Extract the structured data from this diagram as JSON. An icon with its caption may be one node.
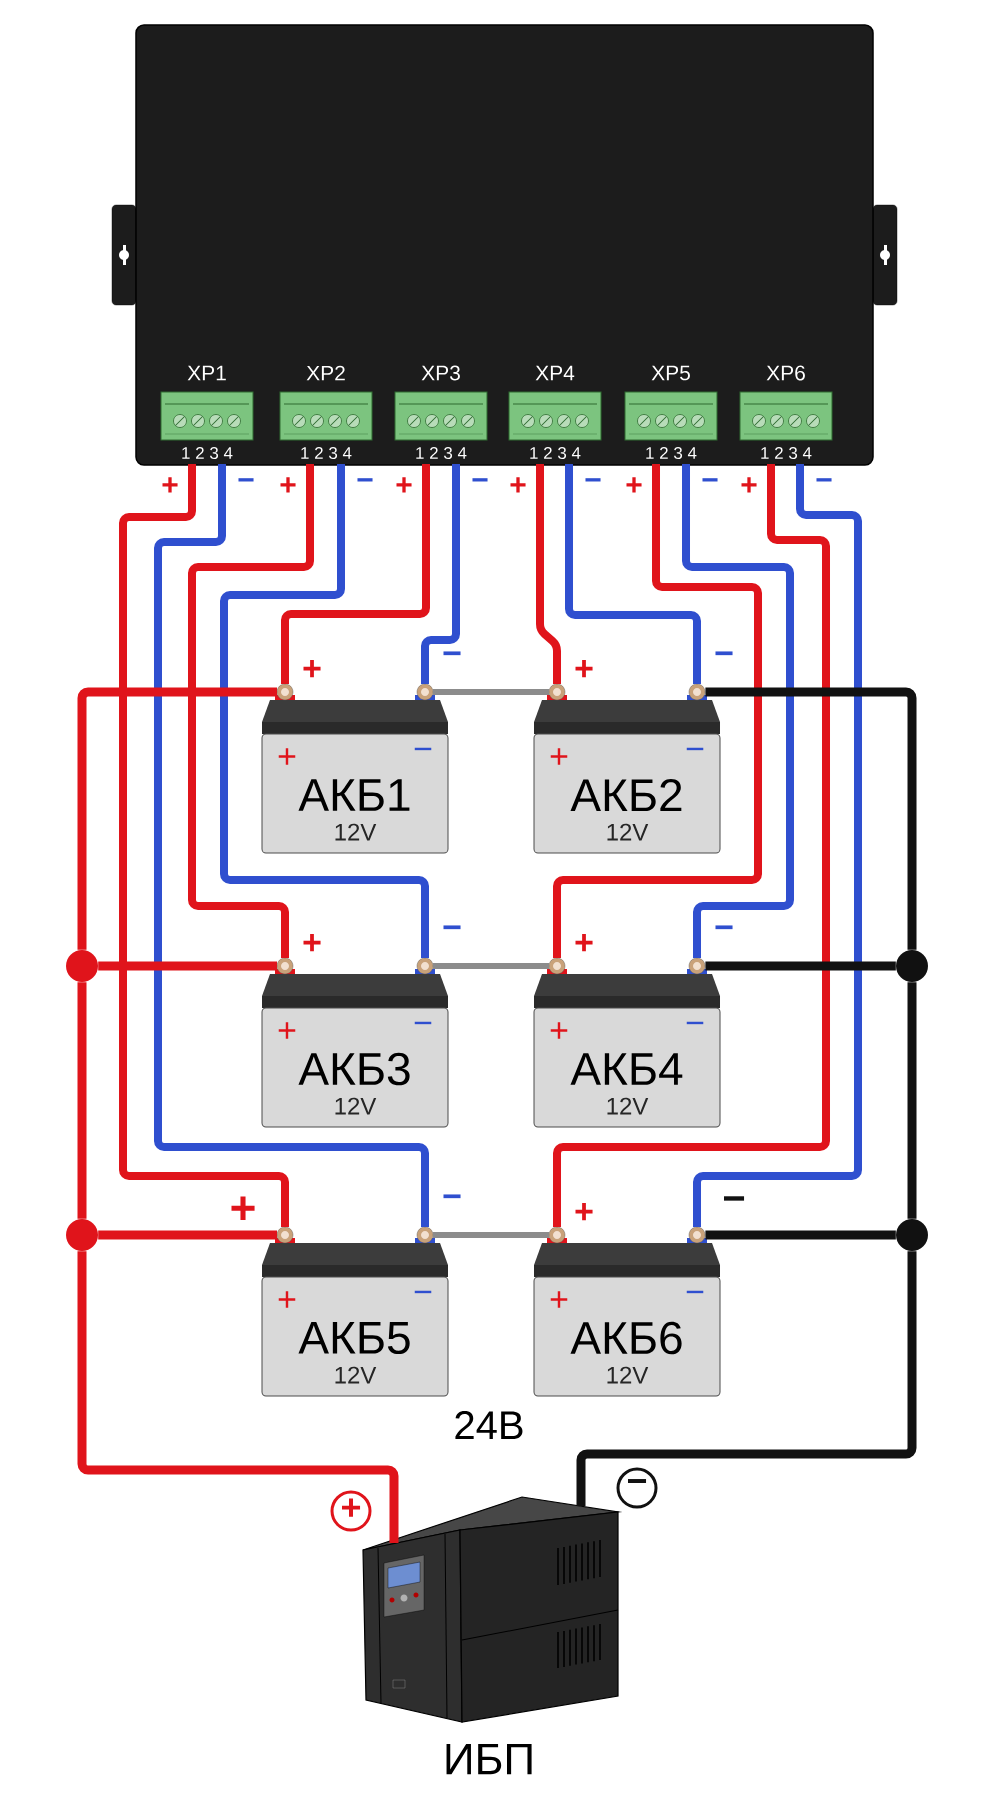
{
  "diagram": {
    "nodes": [
      {
        "text": [],
        "shape": "box"
      },
      {
        "text": [
          "XP1",
          "1 2 3 4"
        ],
        "in": 0
      },
      {
        "text": [
          "XP2",
          "1 2 3 4"
        ],
        "in": 0
      },
      {
        "text": [
          "XP3",
          "1 2 3 4"
        ],
        "in": 0
      },
      {
        "text": [
          "XP4",
          "1 2 3 4"
        ],
        "in": 0
      },
      {
        "text": [
          "XP5",
          "1 2 3 4"
        ],
        "in": 0
      },
      {
        "text": [
          "XP6",
          "1 2 3 4"
        ],
        "in": 0
      },
      {
        "text": [
          "+",
          "−",
          "АКБ1",
          "12V"
        ]
      },
      {
        "text": [
          "+",
          "−",
          "АКБ2",
          "12V"
        ]
      },
      {
        "text": [
          "+",
          "−",
          "АКБ3",
          "12V"
        ]
      },
      {
        "text": [
          "+",
          "−",
          "АКБ4",
          "12V"
        ]
      },
      {
        "text": [
          "+",
          "−",
          "АКБ5",
          "12V"
        ]
      },
      {
        "text": [
          "+",
          "−",
          "АКБ6",
          "12V"
        ]
      },
      {
        "text": [],
        "shape": "circle"
      },
      {
        "text": [],
        "shape": "circle"
      },
      {
        "text": [],
        "shape": "circle"
      },
      {
        "text": [],
        "shape": "circle"
      },
      {
        "text": [
          "ИБП"
        ]
      }
    ],
    "edges": [
      {
        "from": 1,
        "to": 11,
        "arrow": "none"
      },
      {
        "from": 1,
        "to": 11,
        "arrow": "none",
        "color": "#2f4fcf"
      },
      {
        "from": 2,
        "to": 9,
        "arrow": "none"
      },
      {
        "from": 2,
        "to": 9,
        "arrow": "none",
        "color": "#2f4fcf"
      },
      {
        "from": 3,
        "to": 7,
        "arrow": "none"
      },
      {
        "from": 3,
        "to": 7,
        "arrow": "none",
        "color": "#2f4fcf"
      },
      {
        "from": 4,
        "to": 8,
        "arrow": "none"
      },
      {
        "from": 4,
        "to": 8,
        "arrow": "none",
        "color": "#2f4fcf"
      },
      {
        "from": 5,
        "to": 10,
        "arrow": "none"
      },
      {
        "from": 5,
        "to": 10,
        "arrow": "none",
        "color": "#2f4fcf"
      },
      {
        "from": 6,
        "to": 12,
        "arrow": "none"
      },
      {
        "from": 6,
        "to": 12,
        "arrow": "none",
        "color": "#2f4fcf"
      },
      {
        "from": 7,
        "to": 8,
        "arrow": "none",
        "color": "#8c8c8c"
      },
      {
        "from": 9,
        "to": 10,
        "arrow": "none",
        "color": "#8c8c8c"
      },
      {
        "from": 11,
        "to": 12,
        "arrow": "none",
        "color": "#8c8c8c"
      },
      {
        "from": 7,
        "to": 13,
        "arrow": "none"
      },
      {
        "from": 9,
        "to": 13,
        "arrow": "none"
      },
      {
        "from": 13,
        "to": 14,
        "arrow": "none"
      },
      {
        "from": 11,
        "to": 14,
        "arrow": "none"
      },
      {
        "from": 14,
        "to": 17,
        "arrow": "none"
      },
      {
        "from": 8,
        "to": 15,
        "arrow": "none",
        "color": "#111111"
      },
      {
        "from": 10,
        "to": 15,
        "arrow": "none",
        "color": "#111111"
      },
      {
        "from": 15,
        "to": 16,
        "arrow": "none",
        "color": "#111111"
      },
      {
        "from": 12,
        "to": 16,
        "arrow": "none",
        "color": "#111111"
      },
      {
        "from": 16,
        "to": 17,
        "arrow": "none",
        "color": "#111111"
      }
    ],
    "labels": [
      "+",
      "−",
      "+",
      "−",
      "+",
      "−",
      "+",
      "−",
      "+",
      "−",
      "+",
      "−",
      "+",
      "−",
      "+",
      "−",
      "+",
      "−",
      "+",
      "−",
      "+",
      "−",
      "+",
      "−",
      "24В",
      "+",
      "−"
    ]
  }
}
